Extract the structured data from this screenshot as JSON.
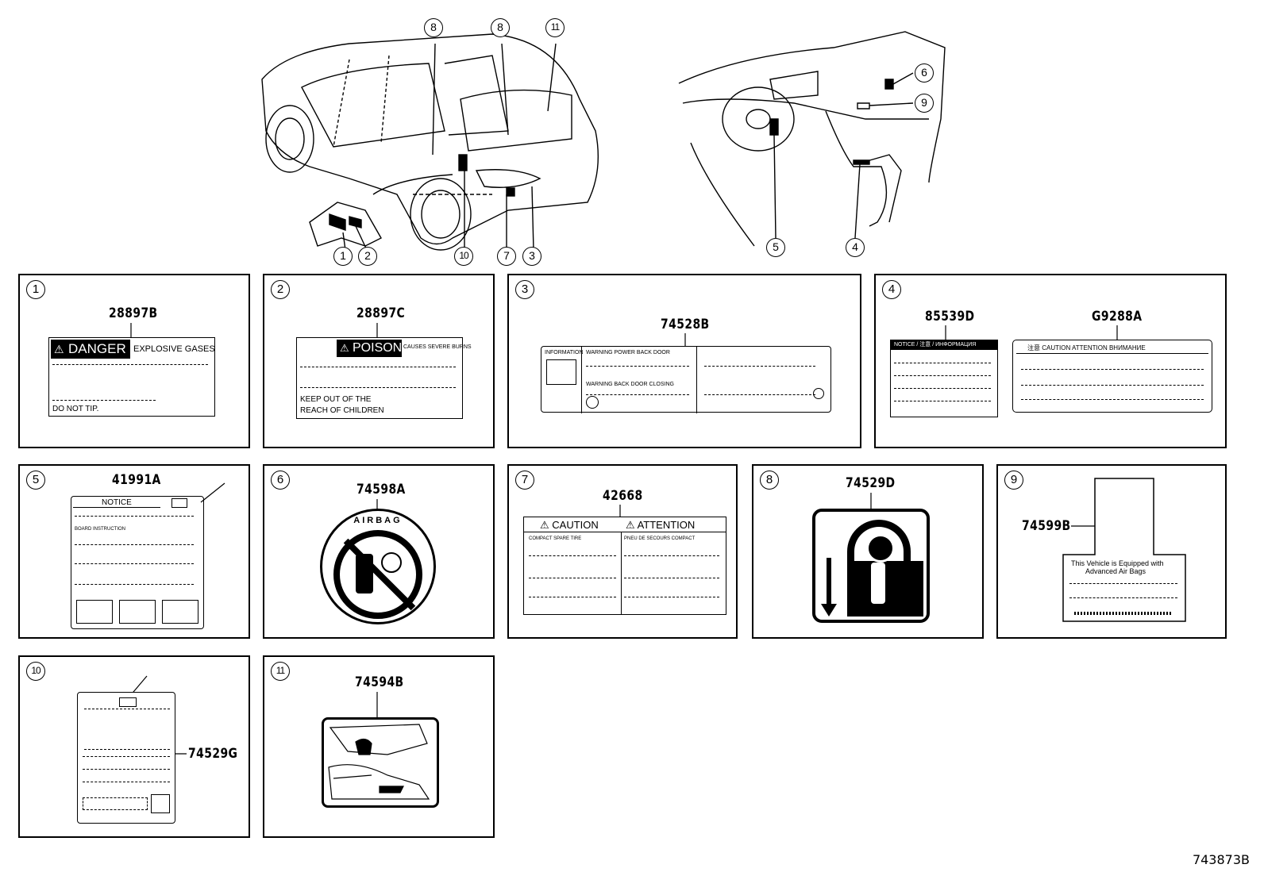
{
  "figure_number": "743873B",
  "overview_callouts": {
    "c1": "1",
    "c2": "2",
    "c3": "3",
    "c4": "4",
    "c5": "5",
    "c6": "6",
    "c7": "7",
    "c8a": "8",
    "c8b": "8",
    "c9": "9",
    "c10": "10",
    "c11": "11"
  },
  "panels": [
    {
      "index": "1",
      "part_number": "28897B",
      "title": "DANGER",
      "subtitle": "EXPLOSIVE GASES",
      "footer": "DO NOT TIP."
    },
    {
      "index": "2",
      "part_number": "28897C",
      "title": "POISON",
      "subtitle": "CAUSES SEVERE BURNS",
      "footer_line1": "KEEP OUT OF THE",
      "footer_line2": "REACH OF CHILDREN"
    },
    {
      "index": "3",
      "part_number": "74528B",
      "header_left": "INFORMATION",
      "header_mid": "WARNING  POWER BACK DOOR",
      "row2": "WARNING  BACK DOOR CLOSING"
    },
    {
      "index": "4",
      "part_number_a": "85539D",
      "part_number_b": "G9288A",
      "label_a_header": "NOTICE / 注意 / ИНФОРМАЦИЯ",
      "label_b_header": "注意  CAUTION  ATTENTION  ВНИМАНИЕ"
    },
    {
      "index": "5",
      "part_number": "41991A",
      "header": "NOTICE",
      "subheader": "BOARD INSTRUCTION"
    },
    {
      "index": "6",
      "part_number": "74598A",
      "ring_text": "AIRBAG"
    },
    {
      "index": "7",
      "part_number": "42668",
      "header_left": "CAUTION",
      "header_right": "ATTENTION",
      "col_left": "COMPACT SPARE TIRE",
      "col_right": "PNEU DE SECOURS COMPACT"
    },
    {
      "index": "8",
      "part_number": "74529D"
    },
    {
      "index": "9",
      "part_number": "74599B",
      "text_line1": "This Vehicle is Equipped with",
      "text_line2": "Advanced Air Bags"
    },
    {
      "index": "10",
      "part_number": "74529G"
    },
    {
      "index": "11",
      "part_number": "74594B"
    }
  ]
}
